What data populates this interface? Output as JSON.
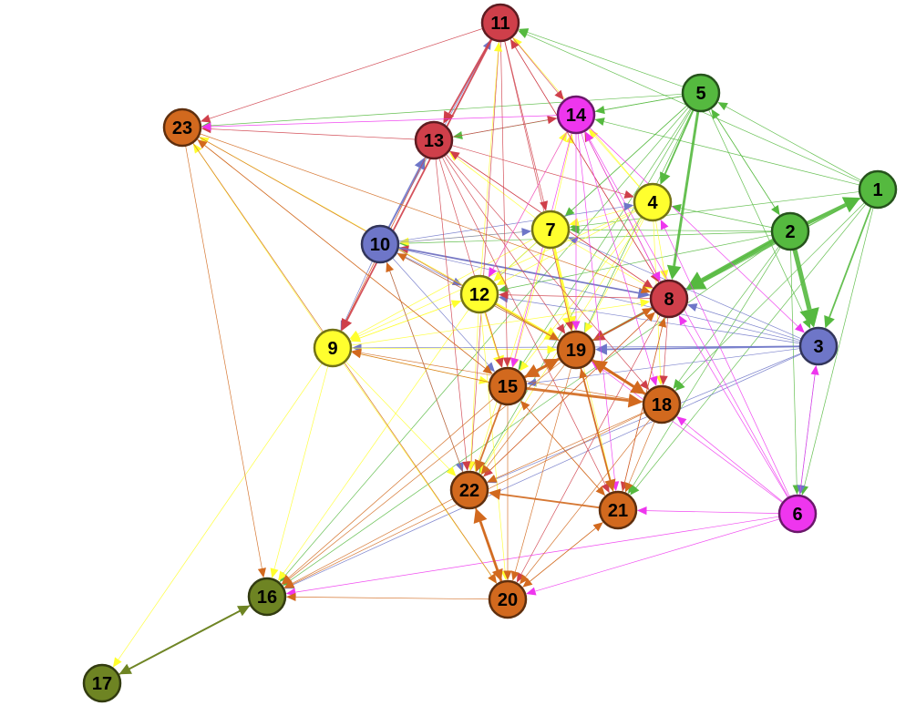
{
  "colors": {
    "green": "#55b93f",
    "red": "#cf3f4a",
    "orange": "#d2691e",
    "yellow": "#ffff2e",
    "blue": "#6e76c8",
    "magenta": "#ee36ee",
    "olive": "#6e8423"
  },
  "nodes": [
    {
      "id": 1,
      "label": "1",
      "group": "green"
    },
    {
      "id": 2,
      "label": "2",
      "group": "green"
    },
    {
      "id": 3,
      "label": "3",
      "group": "blue"
    },
    {
      "id": 4,
      "label": "4",
      "group": "yellow"
    },
    {
      "id": 5,
      "label": "5",
      "group": "green"
    },
    {
      "id": 6,
      "label": "6",
      "group": "magenta"
    },
    {
      "id": 7,
      "label": "7",
      "group": "yellow"
    },
    {
      "id": 8,
      "label": "8",
      "group": "red"
    },
    {
      "id": 9,
      "label": "9",
      "group": "yellow"
    },
    {
      "id": 10,
      "label": "10",
      "group": "blue"
    },
    {
      "id": 11,
      "label": "11",
      "group": "red"
    },
    {
      "id": 12,
      "label": "12",
      "group": "yellow"
    },
    {
      "id": 13,
      "label": "13",
      "group": "red"
    },
    {
      "id": 14,
      "label": "14",
      "group": "magenta"
    },
    {
      "id": 15,
      "label": "15",
      "group": "orange"
    },
    {
      "id": 16,
      "label": "16",
      "group": "olive"
    },
    {
      "id": 17,
      "label": "17",
      "group": "olive"
    },
    {
      "id": 18,
      "label": "18",
      "group": "orange"
    },
    {
      "id": 19,
      "label": "19",
      "group": "orange"
    },
    {
      "id": 20,
      "label": "20",
      "group": "orange"
    },
    {
      "id": 21,
      "label": "21",
      "group": "orange"
    },
    {
      "id": 22,
      "label": "22",
      "group": "orange"
    },
    {
      "id": 23,
      "label": "23",
      "group": "orange"
    }
  ],
  "edges": [
    [
      1,
      3,
      2
    ],
    [
      1,
      6,
      1
    ],
    [
      1,
      5,
      1
    ],
    [
      1,
      11,
      1
    ],
    [
      1,
      14,
      1
    ],
    [
      1,
      8,
      1
    ],
    [
      1,
      7,
      1
    ],
    [
      1,
      21,
      1
    ],
    [
      1,
      18,
      1
    ],
    [
      1,
      19,
      1
    ],
    [
      2,
      1,
      4
    ],
    [
      2,
      3,
      5
    ],
    [
      2,
      8,
      5
    ],
    [
      2,
      5,
      1
    ],
    [
      2,
      4,
      1
    ],
    [
      2,
      7,
      1
    ],
    [
      2,
      10,
      1
    ],
    [
      2,
      12,
      1
    ],
    [
      2,
      15,
      1
    ],
    [
      2,
      16,
      1
    ],
    [
      2,
      18,
      1
    ],
    [
      2,
      21,
      1
    ],
    [
      2,
      6,
      1
    ],
    [
      2,
      19,
      1
    ],
    [
      5,
      11,
      1
    ],
    [
      5,
      13,
      1
    ],
    [
      5,
      23,
      1
    ],
    [
      5,
      14,
      1
    ],
    [
      5,
      4,
      2
    ],
    [
      5,
      8,
      3
    ],
    [
      5,
      2,
      1
    ],
    [
      5,
      3,
      1
    ],
    [
      5,
      15,
      1
    ],
    [
      5,
      19,
      1
    ],
    [
      5,
      16,
      1
    ],
    [
      5,
      22,
      1
    ],
    [
      5,
      7,
      1
    ],
    [
      5,
      12,
      1
    ],
    [
      3,
      8,
      1
    ],
    [
      3,
      19,
      2
    ],
    [
      3,
      15,
      1
    ],
    [
      3,
      6,
      1
    ],
    [
      3,
      12,
      1
    ],
    [
      3,
      10,
      1
    ],
    [
      3,
      7,
      1
    ],
    [
      3,
      22,
      1
    ],
    [
      3,
      16,
      1
    ],
    [
      3,
      9,
      1
    ],
    [
      4,
      8,
      1
    ],
    [
      4,
      14,
      1
    ],
    [
      4,
      11,
      1
    ],
    [
      4,
      19,
      1
    ],
    [
      4,
      15,
      1
    ],
    [
      4,
      12,
      1
    ],
    [
      4,
      9,
      1
    ],
    [
      4,
      7,
      1
    ],
    [
      4,
      18,
      1
    ],
    [
      4,
      22,
      1
    ],
    [
      7,
      14,
      1
    ],
    [
      7,
      19,
      3
    ],
    [
      7,
      12,
      1
    ],
    [
      7,
      10,
      1
    ],
    [
      7,
      9,
      1
    ],
    [
      7,
      15,
      1
    ],
    [
      7,
      8,
      1
    ],
    [
      7,
      21,
      1
    ],
    [
      7,
      22,
      1
    ],
    [
      7,
      13,
      1
    ],
    [
      8,
      19,
      2
    ],
    [
      8,
      11,
      1
    ],
    [
      8,
      13,
      1
    ],
    [
      8,
      14,
      1
    ],
    [
      8,
      18,
      1
    ],
    [
      8,
      15,
      1
    ],
    [
      8,
      21,
      1
    ],
    [
      8,
      22,
      1
    ],
    [
      8,
      20,
      1
    ],
    [
      8,
      12,
      1
    ],
    [
      8,
      10,
      1
    ],
    [
      6,
      14,
      1
    ],
    [
      6,
      21,
      1
    ],
    [
      6,
      20,
      1
    ],
    [
      6,
      16,
      1
    ],
    [
      6,
      8,
      1
    ],
    [
      6,
      19,
      1
    ],
    [
      6,
      18,
      1
    ],
    [
      6,
      3,
      1
    ],
    [
      6,
      4,
      1
    ],
    [
      9,
      13,
      1
    ],
    [
      9,
      19,
      1
    ],
    [
      9,
      15,
      1
    ],
    [
      9,
      16,
      1
    ],
    [
      9,
      17,
      1
    ],
    [
      9,
      20,
      1
    ],
    [
      9,
      22,
      1
    ],
    [
      9,
      12,
      1
    ],
    [
      9,
      23,
      1
    ],
    [
      9,
      8,
      1
    ],
    [
      10,
      13,
      2
    ],
    [
      10,
      8,
      2
    ],
    [
      10,
      4,
      1
    ],
    [
      10,
      19,
      1
    ],
    [
      10,
      22,
      1
    ],
    [
      10,
      9,
      1
    ],
    [
      10,
      7,
      1
    ],
    [
      10,
      12,
      1
    ],
    [
      10,
      11,
      1
    ],
    [
      10,
      15,
      1
    ],
    [
      11,
      23,
      1
    ],
    [
      11,
      14,
      1
    ],
    [
      11,
      13,
      2
    ],
    [
      11,
      8,
      1
    ],
    [
      11,
      19,
      1
    ],
    [
      11,
      15,
      1
    ],
    [
      11,
      22,
      1
    ],
    [
      11,
      9,
      2
    ],
    [
      11,
      7,
      1
    ],
    [
      12,
      19,
      3
    ],
    [
      12,
      15,
      2
    ],
    [
      12,
      11,
      1
    ],
    [
      12,
      14,
      1
    ],
    [
      12,
      22,
      1
    ],
    [
      12,
      16,
      1
    ],
    [
      12,
      9,
      1
    ],
    [
      12,
      23,
      1
    ],
    [
      12,
      20,
      1
    ],
    [
      13,
      14,
      1
    ],
    [
      13,
      4,
      1
    ],
    [
      13,
      19,
      1
    ],
    [
      13,
      15,
      1
    ],
    [
      13,
      22,
      1
    ],
    [
      13,
      8,
      1
    ],
    [
      13,
      18,
      1
    ],
    [
      13,
      9,
      1
    ],
    [
      13,
      23,
      1
    ],
    [
      13,
      21,
      1
    ],
    [
      14,
      8,
      1
    ],
    [
      14,
      18,
      1
    ],
    [
      14,
      19,
      1
    ],
    [
      14,
      15,
      1
    ],
    [
      14,
      3,
      1
    ],
    [
      14,
      12,
      1
    ],
    [
      14,
      23,
      1
    ],
    [
      14,
      21,
      1
    ],
    [
      15,
      18,
      3
    ],
    [
      15,
      19,
      3
    ],
    [
      15,
      22,
      2
    ],
    [
      15,
      20,
      1
    ],
    [
      15,
      21,
      1
    ],
    [
      15,
      23,
      1
    ],
    [
      15,
      16,
      1
    ],
    [
      15,
      8,
      1
    ],
    [
      15,
      9,
      1
    ],
    [
      16,
      17,
      2
    ],
    [
      17,
      16,
      2
    ],
    [
      18,
      19,
      3
    ],
    [
      18,
      21,
      1
    ],
    [
      18,
      22,
      1
    ],
    [
      18,
      20,
      1
    ],
    [
      18,
      9,
      1
    ],
    [
      18,
      16,
      1
    ],
    [
      19,
      15,
      3
    ],
    [
      19,
      18,
      3
    ],
    [
      19,
      21,
      2
    ],
    [
      19,
      20,
      1
    ],
    [
      19,
      22,
      1
    ],
    [
      19,
      8,
      1
    ],
    [
      19,
      16,
      1
    ],
    [
      19,
      10,
      1
    ],
    [
      20,
      22,
      3
    ],
    [
      20,
      21,
      1
    ],
    [
      20,
      16,
      1
    ],
    [
      21,
      22,
      2
    ],
    [
      21,
      20,
      1
    ],
    [
      21,
      15,
      1
    ],
    [
      21,
      19,
      1
    ],
    [
      21,
      8,
      1
    ],
    [
      22,
      20,
      2
    ],
    [
      22,
      16,
      1
    ],
    [
      22,
      8,
      1
    ],
    [
      22,
      10,
      1
    ],
    [
      23,
      16,
      1
    ],
    [
      23,
      20,
      1
    ],
    [
      23,
      15,
      1
    ],
    [
      23,
      19,
      1
    ],
    [
      23,
      8,
      1
    ]
  ]
}
